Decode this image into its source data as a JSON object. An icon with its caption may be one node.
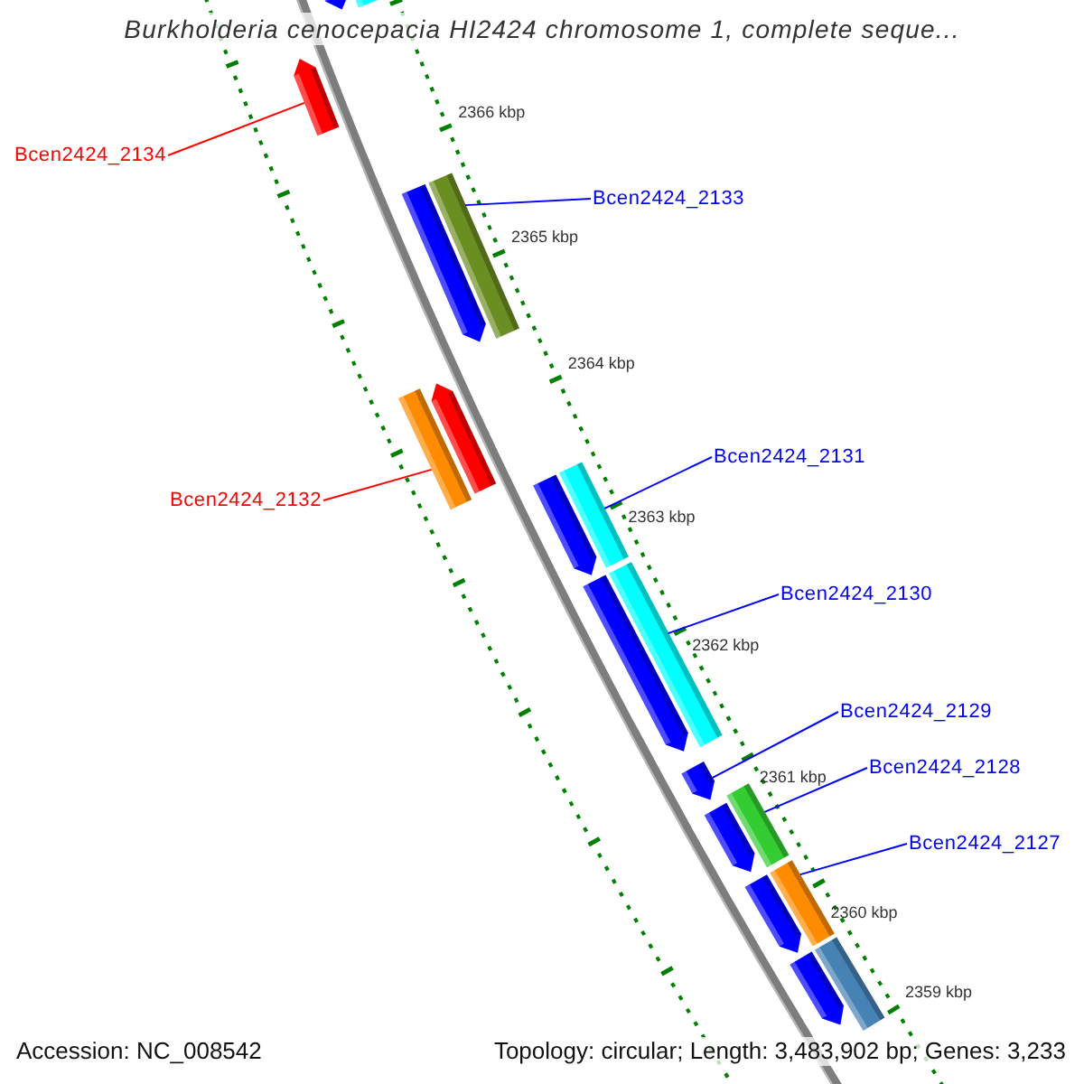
{
  "diagram": {
    "title": "Burkholderia cenocepacia HI2424 chromosome 1, complete seque...",
    "nodes": [
      {
        "text": [
          "Bcen2424_2134"
        ]
      },
      {
        "text": [],
        "shape": "arrow"
      },
      {
        "text": [
          "Bcen2424_2133"
        ]
      },
      {
        "text": [],
        "shape": "bar"
      },
      {
        "text": [
          "Bcen2424_2132"
        ]
      },
      {
        "text": [],
        "shape": "bar"
      },
      {
        "text": [
          "Bcen2424_2131"
        ]
      },
      {
        "text": [],
        "shape": "bar"
      },
      {
        "text": [
          "Bcen2424_2130"
        ]
      },
      {
        "text": [],
        "shape": "bar"
      },
      {
        "text": [
          "Bcen2424_2129"
        ]
      },
      {
        "text": [],
        "shape": "arrow"
      },
      {
        "text": [
          "Bcen2424_2128"
        ]
      },
      {
        "text": [],
        "shape": "bar"
      },
      {
        "text": [
          "Bcen2424_2127"
        ]
      },
      {
        "text": [],
        "shape": "bar"
      },
      {
        "text": [],
        "shape": "arrow"
      },
      {
        "text": [],
        "shape": "bar"
      },
      {
        "text": [],
        "shape": "arrow"
      },
      {
        "text": [],
        "shape": "arrow"
      },
      {
        "text": [],
        "shape": "arrow"
      },
      {
        "text": [],
        "shape": "arrow"
      },
      {
        "text": [],
        "shape": "arrow"
      },
      {
        "text": [],
        "shape": "arrow"
      },
      {
        "text": [],
        "shape": "arrow"
      },
      {
        "text": [],
        "shape": "bar"
      }
    ],
    "edges": [
      {
        "from": 0,
        "to": 1,
        "arrow": "none",
        "color": "#ff0000"
      },
      {
        "from": 2,
        "to": 3,
        "arrow": "none"
      },
      {
        "from": 4,
        "to": 5,
        "arrow": "none",
        "color": "#ff0000"
      },
      {
        "from": 6,
        "to": 7,
        "arrow": "none"
      },
      {
        "from": 8,
        "to": 9,
        "arrow": "none"
      },
      {
        "from": 10,
        "to": 11,
        "arrow": "none"
      },
      {
        "from": 12,
        "to": 13,
        "arrow": "none"
      },
      {
        "from": 14,
        "to": 15,
        "arrow": "none"
      }
    ],
    "labels": [
      "2366 kbp",
      "2365 kbp",
      "2364 kbp",
      "2363 kbp",
      "2362 kbp",
      "2361 kbp",
      "2360 kbp",
      "2359 kbp",
      "Accession: NC_008542",
      "Topology: circular; Length: 3,483,902 bp; Genes: 3,233"
    ]
  }
}
